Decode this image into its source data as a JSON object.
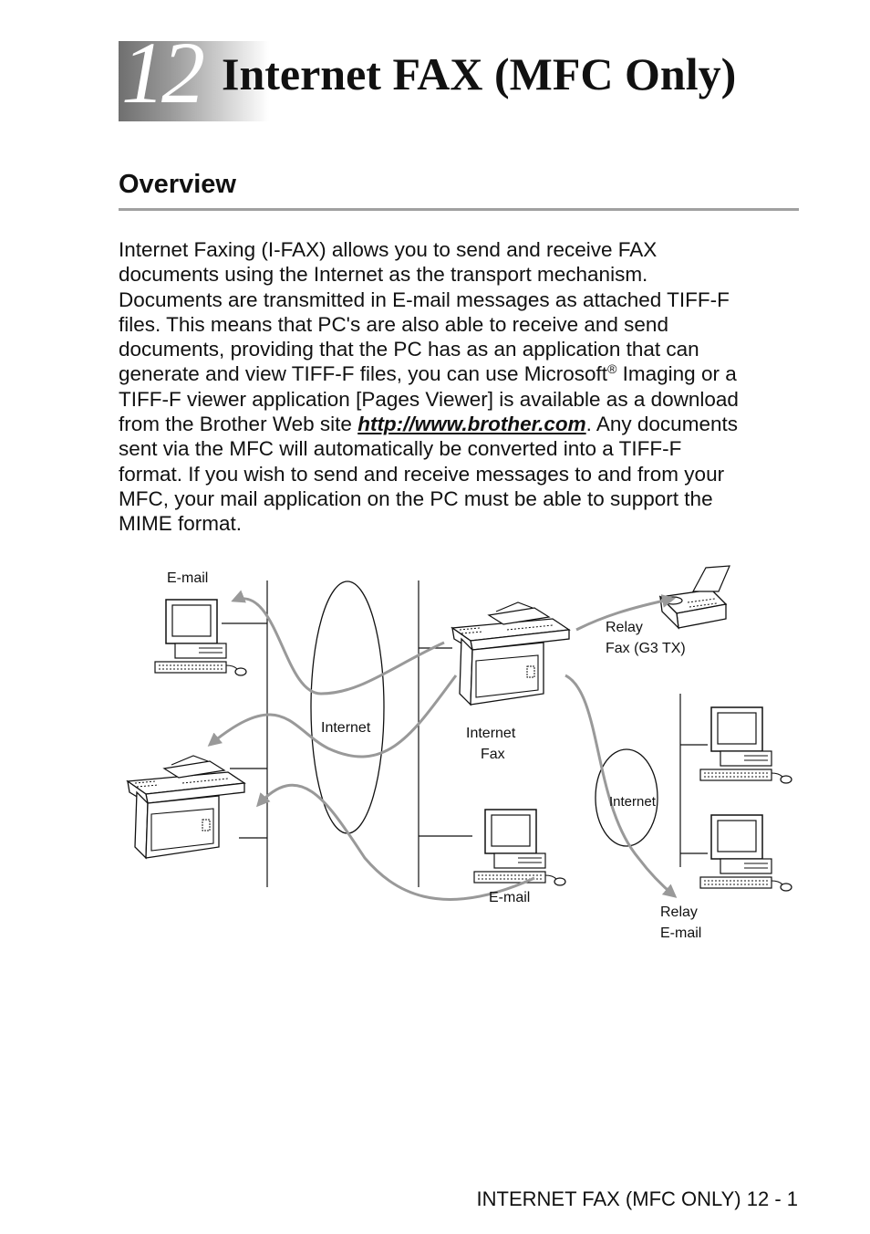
{
  "chapter": {
    "number": "12",
    "title": "Internet FAX (MFC Only)"
  },
  "section": {
    "heading": "Overview"
  },
  "body": {
    "line1": "Internet Faxing (I-FAX) allows you to send and receive FAX",
    "line2": "documents using the Internet as the transport mechanism.",
    "line3": "Documents are transmitted in E-mail messages as attached TIFF-F",
    "line4": "files. This means that PC's are also able to receive and send",
    "line5": "documents, providing that the PC has as an application that can",
    "line6_a": "generate and view TIFF-F files, you can use Microsoft",
    "line6_reg": "®",
    "line6_b": " Imaging or a",
    "line7": "TIFF-F viewer application [Pages Viewer] is available as a download",
    "line8_a": "from the Brother Web site ",
    "link": "http://www.brother.com",
    "line8_b": ". Any documents",
    "line9": "sent via the MFC will automatically be converted into a TIFF-F",
    "line10": "format. If you wish to send and receive messages to and from your",
    "line11": "MFC, your mail application on the PC must be able to support the",
    "line12": "MIME format."
  },
  "diagram": {
    "email_top": "E-mail",
    "internet_left": "Internet",
    "internet_fax_1": "Internet",
    "internet_fax_2": "Fax",
    "relay_fax_1": "Relay",
    "relay_fax_2": "Fax (G3 TX)",
    "internet_right": "Internet",
    "email_bottom": "E-mail",
    "relay_email_1": "Relay",
    "relay_email_2": "E-mail"
  },
  "footer": {
    "text": "INTERNET FAX (MFC ONLY) 12 - 1"
  }
}
